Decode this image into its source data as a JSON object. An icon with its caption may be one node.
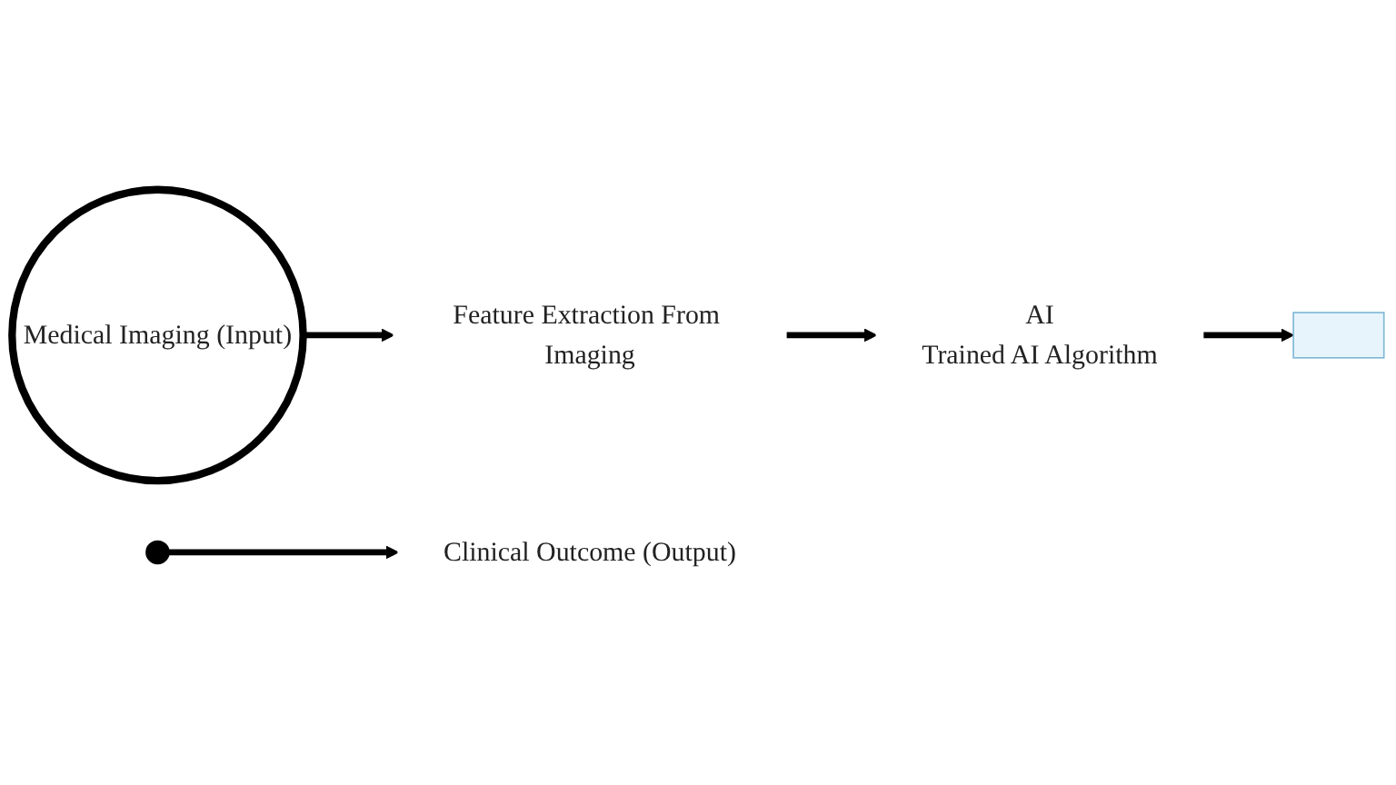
{
  "diagram": {
    "nodes": [
      {
        "text": [
          "Medical Imaging (Input)"
        ]
      },
      {
        "text": [
          "Feature Extraction From Imaging"
        ]
      },
      {
        "text": [
          "AI",
          "Trained AI Algorithm"
        ]
      },
      {
        "text": [],
        "shape": "box"
      },
      {
        "text": [],
        "shape": "circle"
      },
      {
        "text": [
          "Clinical Outcome (Output)"
        ]
      }
    ],
    "edges": [
      {
        "from": 0,
        "to": 1,
        "arrow": "to"
      },
      {
        "from": 1,
        "to": 2,
        "arrow": "to"
      },
      {
        "from": 2,
        "to": 3,
        "arrow": "to"
      },
      {
        "from": 4,
        "to": 5,
        "arrow": "to"
      }
    ]
  }
}
